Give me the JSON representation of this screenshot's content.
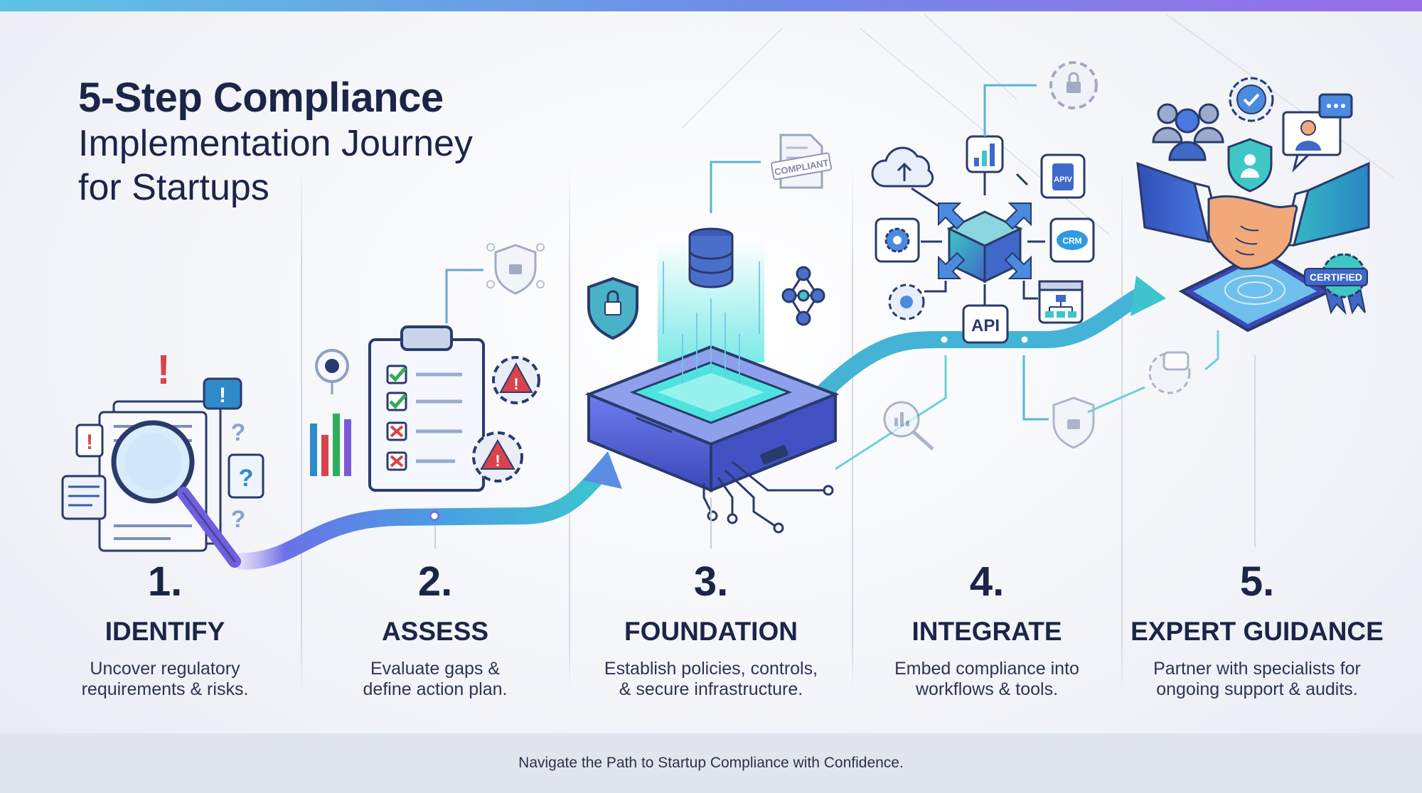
{
  "title": {
    "bold": "5-Step Compliance",
    "line2": "Implementation Journey",
    "line3": "for Startups"
  },
  "steps": [
    {
      "number": "1.",
      "title": "IDENTIFY",
      "desc_line1": "Uncover regulatory",
      "desc_line2": "requirements & risks."
    },
    {
      "number": "2.",
      "title": "ASSESS",
      "desc_line1": "Evaluate gaps &",
      "desc_line2": "define action plan."
    },
    {
      "number": "3.",
      "title": "FOUNDATION",
      "desc_line1": "Establish policies, controls,",
      "desc_line2": "& secure infrastructure."
    },
    {
      "number": "4.",
      "title": "INTEGRATE",
      "desc_line1": "Embed compliance into",
      "desc_line2": "workflows & tools."
    },
    {
      "number": "5.",
      "title": "EXPERT GUIDANCE",
      "desc_line1": "Partner with specialists for",
      "desc_line2": "ongoing support & audits."
    }
  ],
  "labels": {
    "compliant_stamp": "COMPLIANT",
    "api_block": "API",
    "apiv_badge": "APIV",
    "crm_badge": "CRM",
    "certified_badge": "CERTIFIED"
  },
  "footer": {
    "tagline": "Navigate the Path to Startup Compliance with Confidence."
  },
  "colors": {
    "navy": "#1b2547",
    "path_start": "#6a72e6",
    "path_end": "#3cc6cf",
    "accent_teal": "#3fc3c9",
    "check_green": "#2fae5a",
    "cross_red": "#d9434b"
  }
}
